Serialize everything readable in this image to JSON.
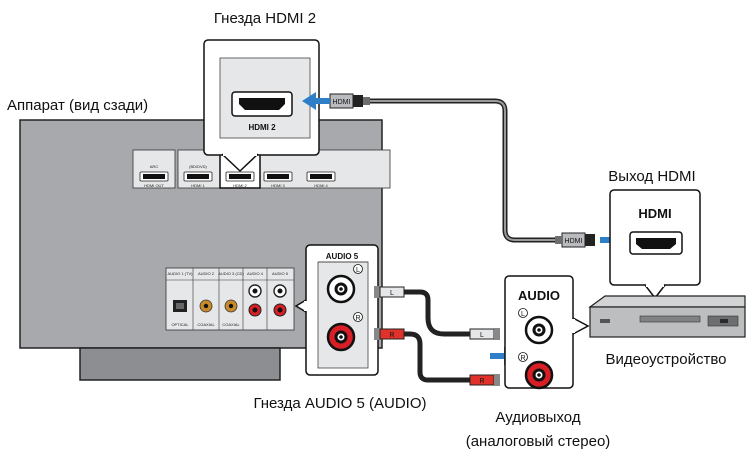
{
  "labels": {
    "hdmi2_jack": "Гнезда HDMI 2",
    "unit_rear": "Аппарат (вид сзади)",
    "hdmi_out": "Выход HDMI",
    "video_device": "Видеоустройство",
    "audio5_jacks": "Гнезда AUDIO 5 (AUDIO)",
    "audio_out_line1": "Аудиовыход",
    "audio_out_line2": "(аналоговый стерео)"
  },
  "zoom_panel": {
    "port_label": "HDMI 2"
  },
  "plug": {
    "hdmi": "HDMI",
    "left": "L",
    "right": "R"
  },
  "device_panel": {
    "hdmi_title": "HDMI",
    "audio_title": "AUDIO"
  },
  "audio5_panel": {
    "title": "AUDIO 5"
  },
  "channel": {
    "left": "L",
    "right": "R"
  },
  "receiver": {
    "hdmi_ports": [
      "HDMI OUT",
      "HDMI 1",
      "HDMI 2",
      "HDMI 3",
      "HDMI 4"
    ],
    "hdmi_subs": [
      "ARC",
      "(BD/DVD)",
      "",
      "",
      ""
    ],
    "audio_headers": [
      "AUDIO 1 (TV)",
      "AUDIO 2",
      "AUDIO 3 (CD)",
      "AUDIO 4",
      "AUDIO 5"
    ],
    "digital_labels": [
      "OPTICAL",
      "COAXIAL",
      "COAXIAL"
    ]
  },
  "colors": {
    "arrow": "#2f7fc8",
    "red_jack": "#d81f26",
    "red_plug": "#e0312b",
    "panel": "#a7a9ac"
  }
}
